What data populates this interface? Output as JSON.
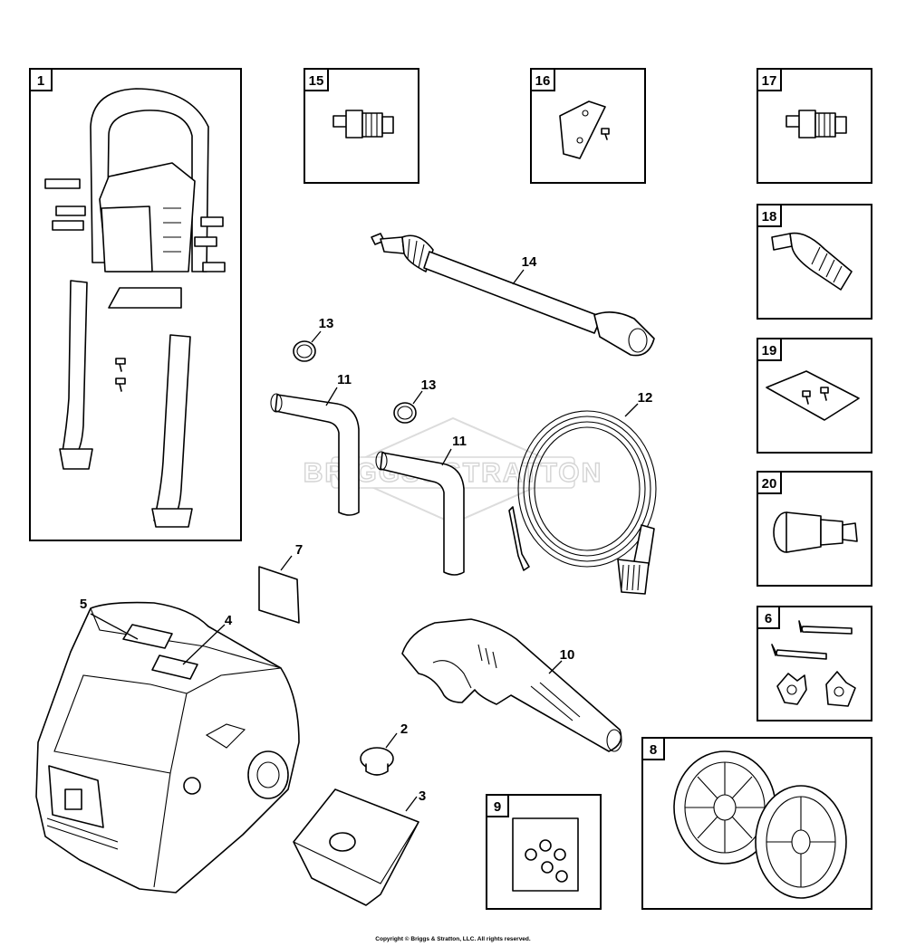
{
  "watermark": "BRIGGS&STRATTON",
  "copyright": "Copyright © Briggs & Stratton, LLC. All rights reserved.",
  "boxed_labels": {
    "b1": "1",
    "b15": "15",
    "b16": "16",
    "b17": "17",
    "b18": "18",
    "b19": "19",
    "b20": "20",
    "b6": "6",
    "b8": "8",
    "b9": "9"
  },
  "callouts": {
    "c14": "14",
    "c13a": "13",
    "c11a": "11",
    "c13b": "13",
    "c11b": "11",
    "c12": "12",
    "c7": "7",
    "c5": "5",
    "c4": "4",
    "c10": "10",
    "c2": "2",
    "c3": "3"
  }
}
